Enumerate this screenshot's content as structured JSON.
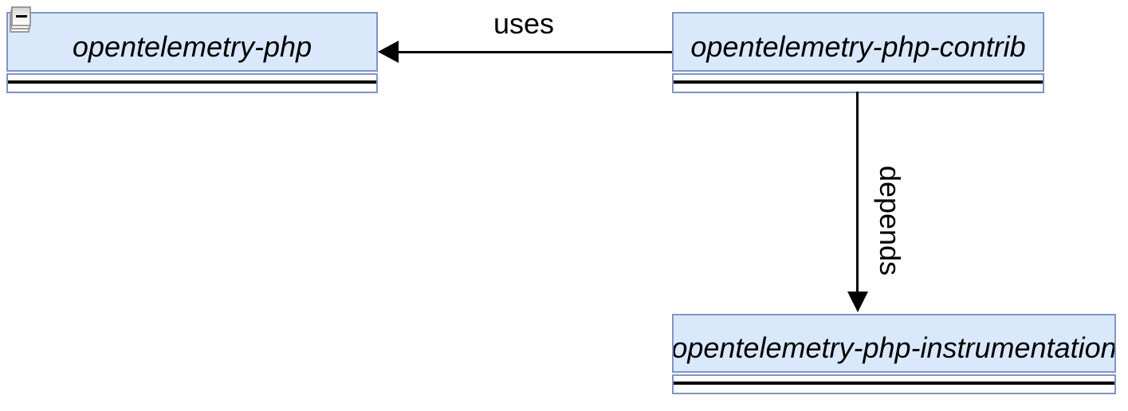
{
  "diagram_type": "package-dependency-diagram",
  "colors": {
    "background": "#ffffff",
    "node_fill": "#dae8fc",
    "node_border": "#8094c4",
    "edge": "#000000",
    "text": "#000000",
    "collapse_button_border": "#9b9b9b"
  },
  "nodes": [
    {
      "label": "opentelemetry-php"
    },
    {
      "label": "opentelemetry-php-contrib"
    },
    {
      "label": "opentelemetry-php-instrumentation"
    }
  ],
  "edges": [
    {
      "label": "uses",
      "from": "opentelemetry-php-contrib",
      "to": "opentelemetry-php",
      "direction": "left"
    },
    {
      "label": "depends",
      "from": "opentelemetry-php-contrib",
      "to": "opentelemetry-php-instrumentation",
      "direction": "down"
    }
  ],
  "icons": [
    {
      "name": "collapse-minus-icon",
      "glyph": "minus",
      "meaning": "collapse expanded container"
    }
  ]
}
